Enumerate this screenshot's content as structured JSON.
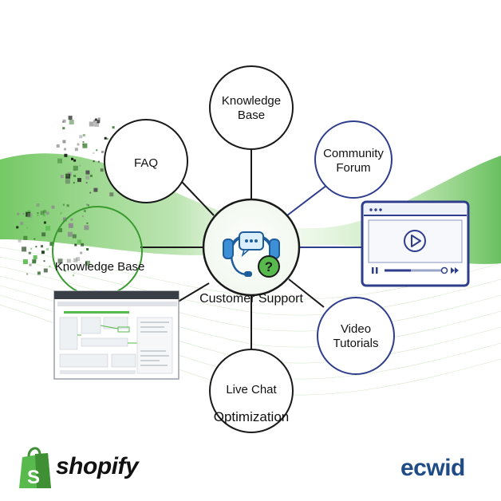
{
  "center": {
    "label": "Customer Support"
  },
  "nodes": [
    {
      "label_lines": [
        "Knowledge",
        "Base"
      ]
    },
    {
      "label_lines": [
        "Community",
        "Forum"
      ]
    },
    {
      "label_lines": [
        "Video",
        "Tutorials"
      ]
    },
    {
      "label_lines": [
        "Live Chat"
      ]
    },
    {
      "label_lines": [
        "FAQ"
      ]
    },
    {
      "label_lines": [
        "Knowledge Base"
      ]
    }
  ],
  "extra_label": "Optimization",
  "logos": {
    "left": "shopify",
    "right": "ecwid"
  },
  "colors": {
    "green": "#4caf50",
    "light_green": "#b7e4a5",
    "navy": "#2e3e8c",
    "icon_blue": "#3d8fd6",
    "icon_green": "#58b94d",
    "ecwid_blue": "#1f4c86"
  },
  "icons": [
    "headset-chat-icon",
    "question-mark-icon",
    "play-icon",
    "pause-icon",
    "fast-forward-icon",
    "shopify-bag-icon"
  ]
}
